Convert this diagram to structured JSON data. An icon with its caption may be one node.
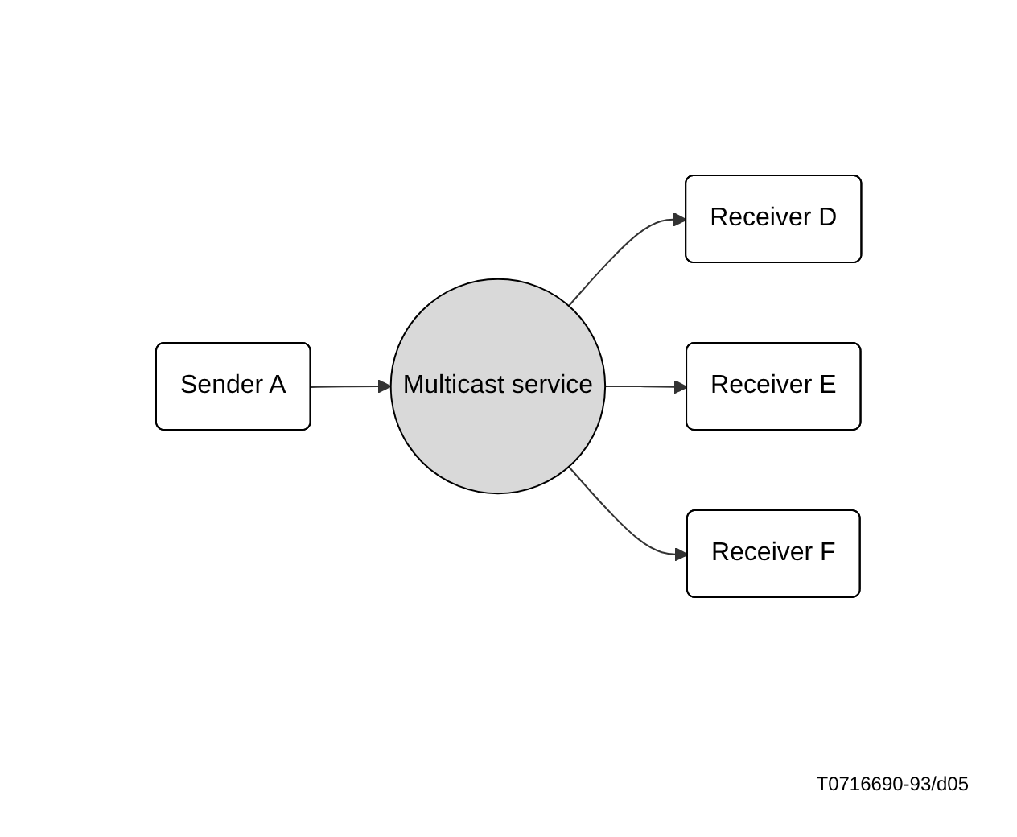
{
  "diagram": {
    "nodes": [
      {
        "text": [
          "Sender A"
        ]
      },
      {
        "text": [
          "Multicast service"
        ]
      },
      {
        "text": [
          "Receiver D"
        ]
      },
      {
        "text": [
          "Receiver E"
        ]
      },
      {
        "text": [
          "Receiver F"
        ]
      }
    ],
    "edges": [
      {
        "from": 0,
        "to": 1,
        "arrow": "to"
      },
      {
        "from": 1,
        "to": 2,
        "arrow": "to"
      },
      {
        "from": 1,
        "to": 3,
        "arrow": "to"
      },
      {
        "from": 1,
        "to": 4,
        "arrow": "to"
      }
    ],
    "labels": [
      "T0716690-93/d05"
    ]
  }
}
